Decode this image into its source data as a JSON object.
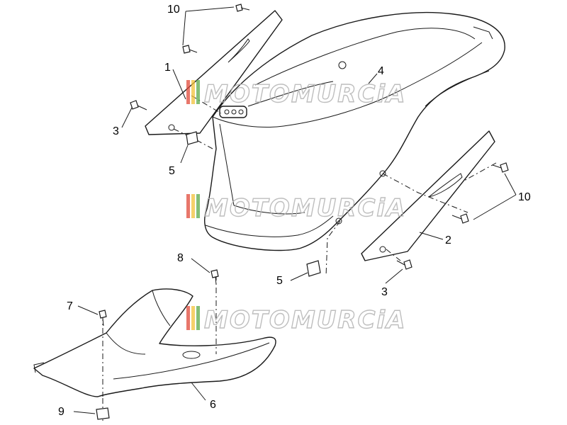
{
  "watermark": {
    "text": "MOTOMURCiA",
    "stripe_colors": [
      "#e04a3a",
      "#f2c23a",
      "#5aa84a"
    ],
    "outline_color": "#b8b8b8"
  },
  "callouts": {
    "c1": "1",
    "c2": "2",
    "c3a": "3",
    "c3b": "3",
    "c4": "4",
    "c5a": "5",
    "c5b": "5",
    "c6": "6",
    "c7": "7",
    "c8": "8",
    "c9": "9",
    "c10a": "10",
    "c10b": "10"
  },
  "colors": {
    "line": "#1a1a1a",
    "background": "#ffffff"
  }
}
